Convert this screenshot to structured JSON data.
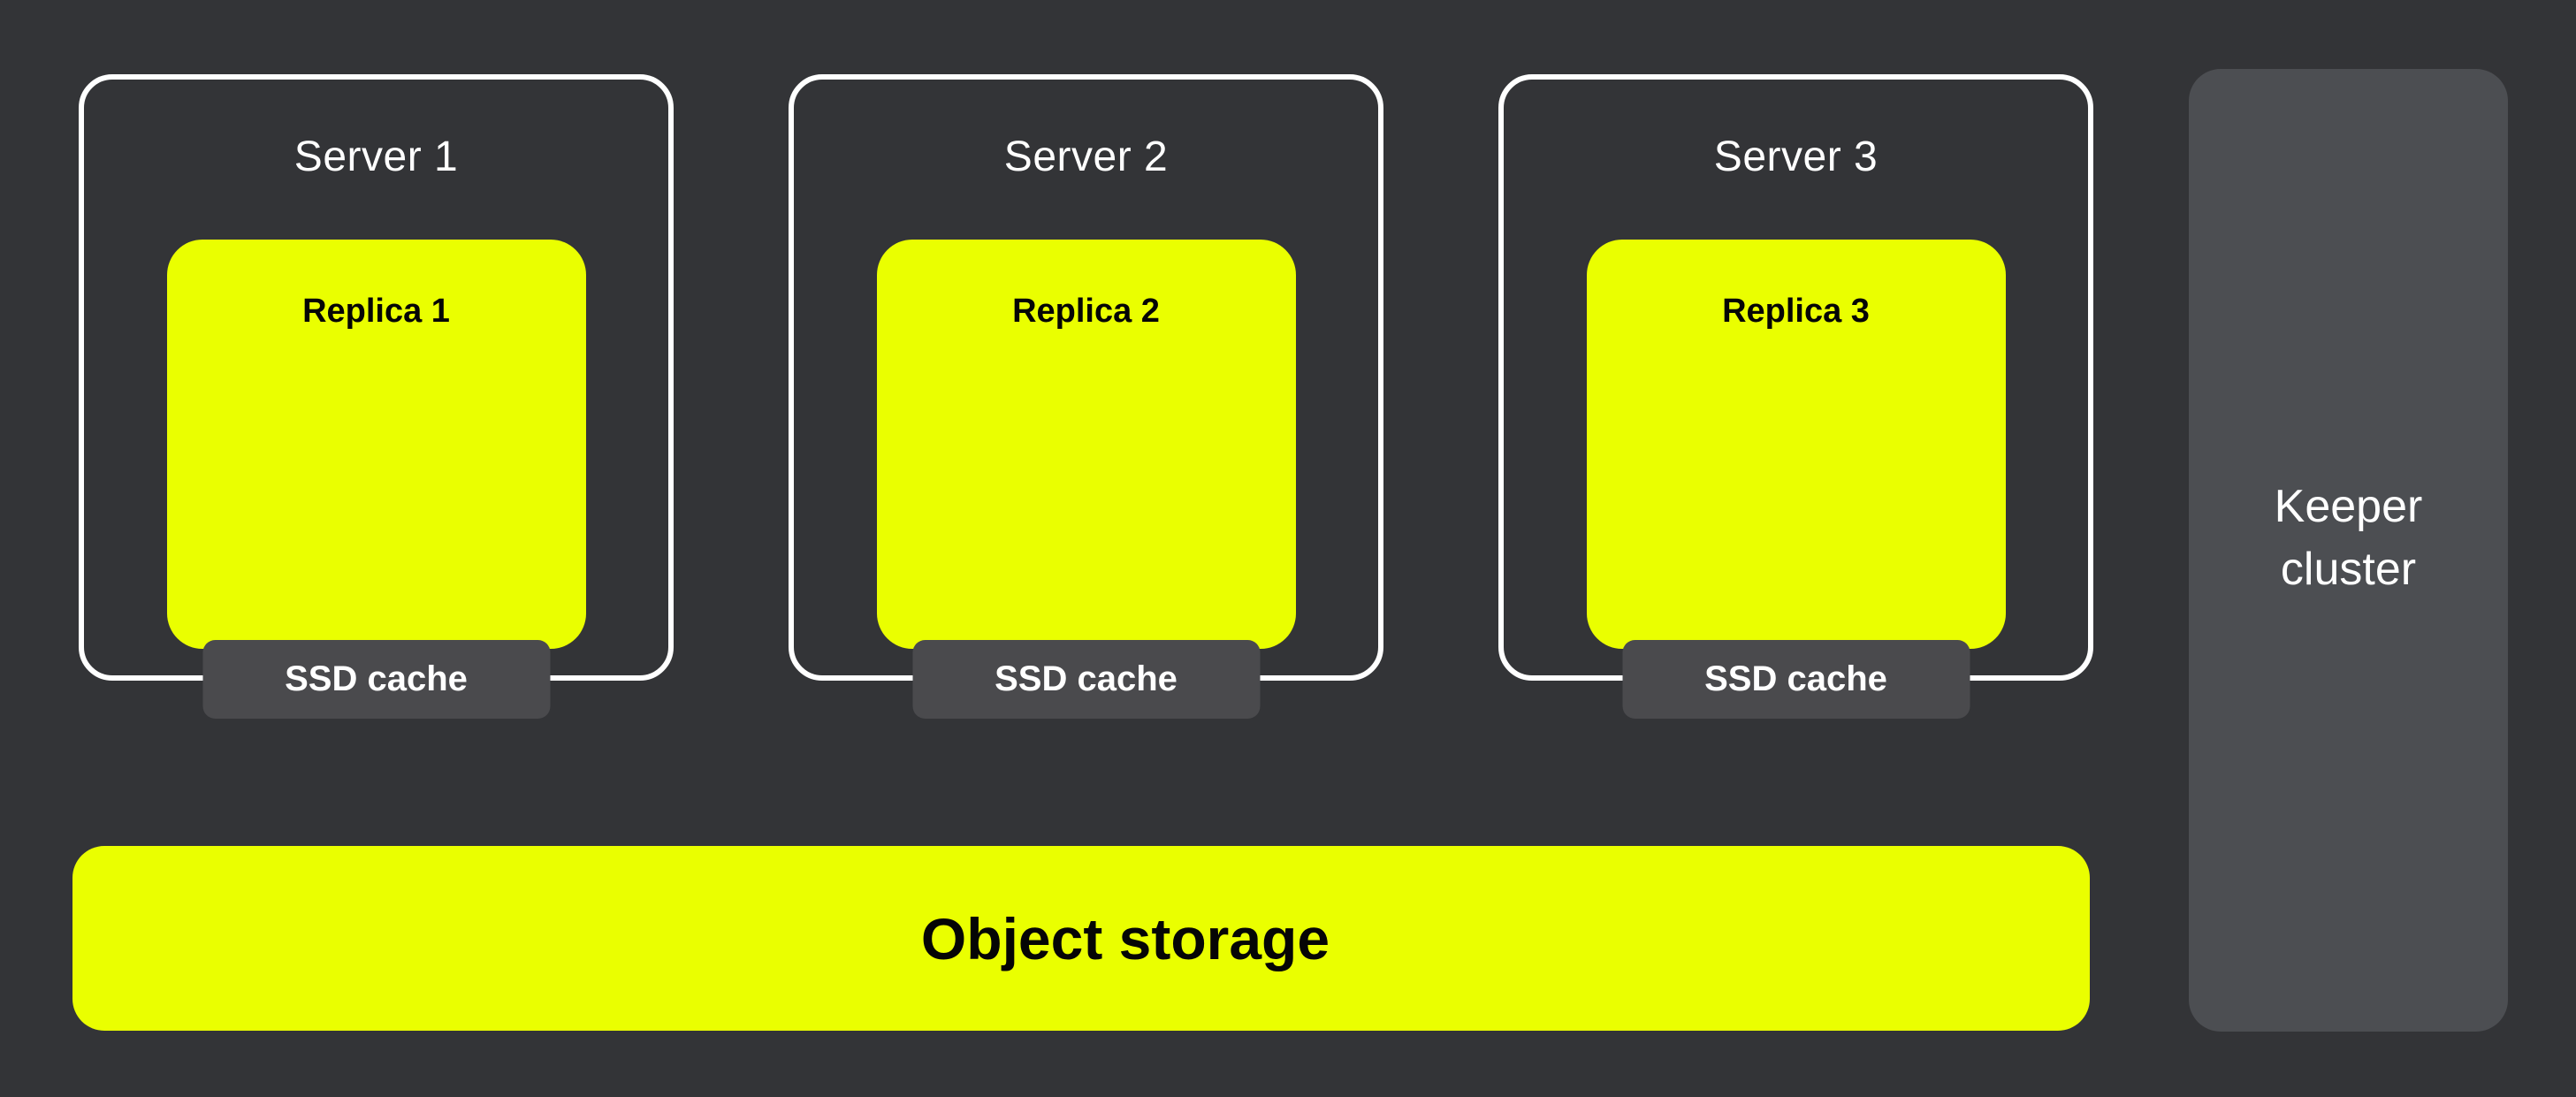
{
  "colors": {
    "background": "#333437",
    "accent_yellow": "#EAFF00",
    "server_border": "#FFFFFF",
    "ssd_cache_fill": "#4A4A4D",
    "keeper_fill": "#4C4E52",
    "label_dark": "#050505",
    "label_light": "#FFFFFF"
  },
  "servers": [
    {
      "label": "Server 1",
      "replica_label": "Replica 1",
      "cache_label": "SSD cache"
    },
    {
      "label": "Server 2",
      "replica_label": "Replica 2",
      "cache_label": "SSD cache"
    },
    {
      "label": "Server 3",
      "replica_label": "Replica 3",
      "cache_label": "SSD cache"
    }
  ],
  "object_storage": {
    "label": "Object storage"
  },
  "keeper_cluster": {
    "label": "Keeper\ncluster"
  }
}
